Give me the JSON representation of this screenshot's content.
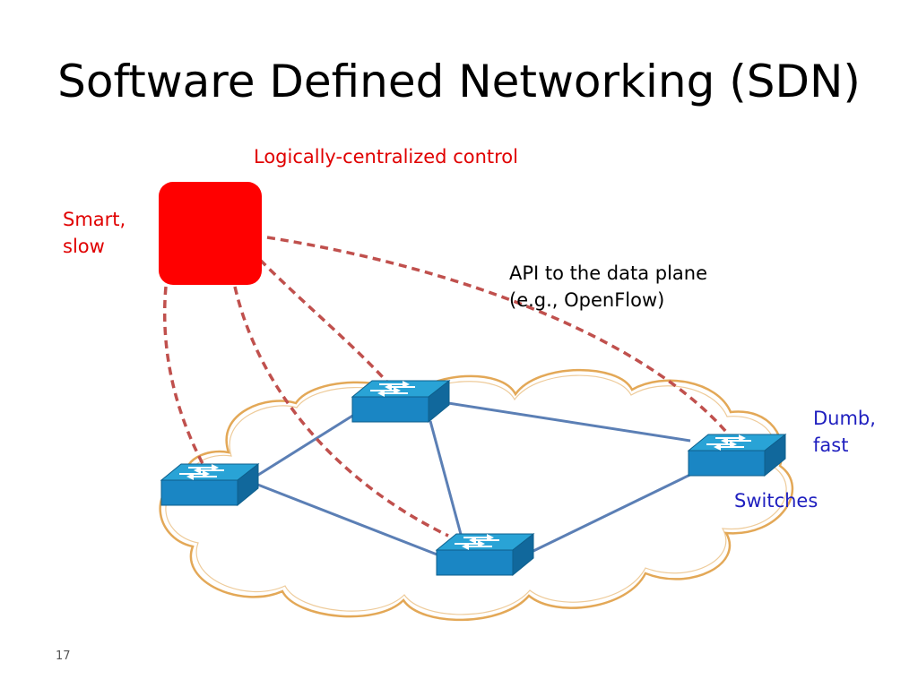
{
  "slide": {
    "title": "Software Defined Networking (SDN)",
    "page_number": "17"
  },
  "controller": {
    "caption": "Logically-centralized control",
    "side_label_line1": "Smart,",
    "side_label_line2": "slow",
    "color": "#ff0000"
  },
  "api": {
    "line1": "API to the data plane",
    "line2": "(e.g., OpenFlow)",
    "link_color": "#c0504d"
  },
  "switches": {
    "label": "Switches",
    "side_label_line1": "Dumb,",
    "side_label_line2": "fast",
    "top_color": "#29a3d6",
    "front_color": "#1a86c4",
    "link_color": "#5b7fb5"
  },
  "cloud": {
    "stroke_color": "#e3a857"
  }
}
